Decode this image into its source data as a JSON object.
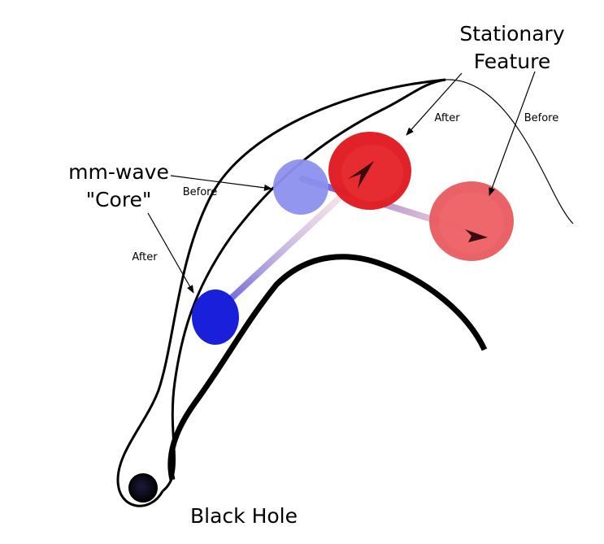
{
  "labels": {
    "stationary_feature_line1": "Stationary",
    "stationary_feature_line2": "Feature",
    "mm_wave_line1": "mm-wave",
    "mm_wave_line2": "\"Core\"",
    "black_hole": "Black Hole",
    "core_before": "Before",
    "core_after": "After",
    "feature_after": "After",
    "feature_before": "Before"
  },
  "colors": {
    "core_before": "#8c90ee",
    "core_after": "#1a20d9",
    "feature_after": "#e01e24",
    "feature_before": "#e85a5f",
    "jet_outline": "#000000",
    "black_hole": "#0a0a14"
  },
  "icons": {
    "core_before": "light-blue-circle",
    "core_after": "dark-blue-circle",
    "feature_after": "bright-red-circle",
    "feature_before": "faded-red-circle",
    "black_hole": "black-hole-disc"
  }
}
